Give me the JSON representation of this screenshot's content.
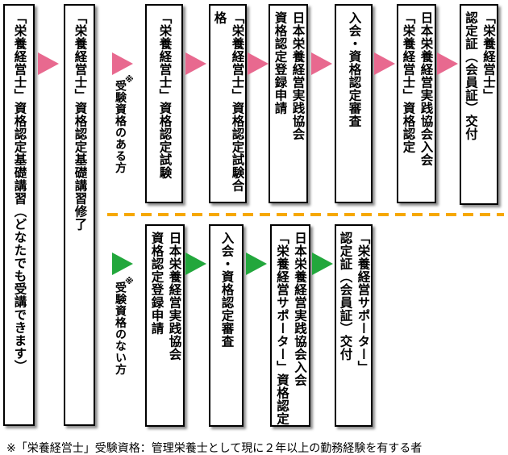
{
  "colors": {
    "qualified-arrow": "#E8698F",
    "unqualified-arrow": "#22A73C",
    "divider": "#F6A800",
    "box-border": "#000000"
  },
  "boxes": {
    "t1": "「栄養経営士」資格認定基礎講習（どなたでも受講できます）",
    "t2": "「栄養経営士」資格認定基礎講習修了",
    "t3": "「栄養経営士」資格認定試験",
    "t4": "「栄養経営士」資格認定試験合格",
    "t5": "日本栄養経営実践協会\n資格認定登録申請",
    "t6": "入会・資格認定審査",
    "t7": "日本栄養経営実践協会入会\n「栄養経営士」資格認定",
    "t8": "「栄養経営士」\n認定証（会員証）交付",
    "b1": "日本栄養経営実践協会\n資格認定登録申請",
    "b2": "入会・資格認定審査",
    "b3": "日本栄養経営実践協会入会\n「栄養経営サポーター」資格認定",
    "b4": "「栄養経営サポーター」\n認定証（会員証）交付"
  },
  "labels": {
    "mark": "※",
    "eligible": "受験資格のある方",
    "not_eligible": "受験資格のない方"
  },
  "footnote": "※「栄養経営士」受験資格：管理栄養士として現に２年以上の勤務経験を有する者"
}
